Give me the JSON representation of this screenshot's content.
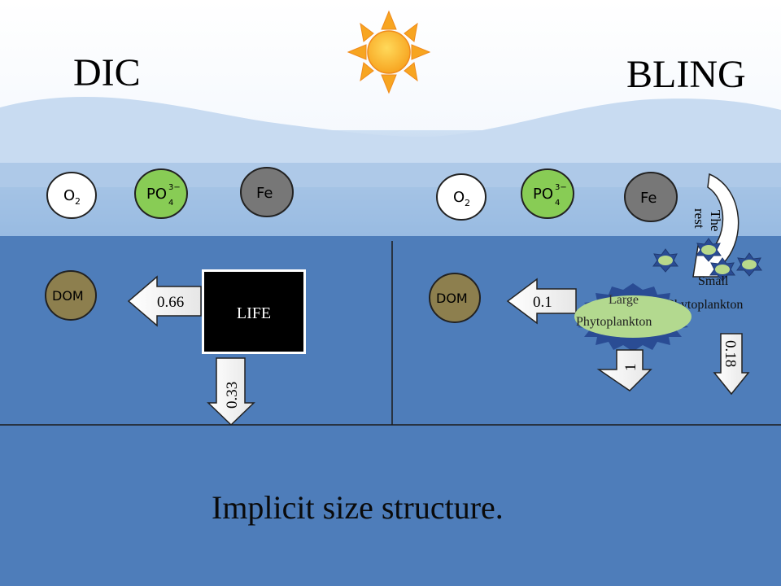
{
  "titles": {
    "left": "DIC",
    "right": "BLING"
  },
  "nutrients": {
    "oxygen": "O",
    "oxygen_sub": "2",
    "phosphate": "PO",
    "phosphate_sup": "3−",
    "phosphate_sub": "4",
    "iron": "Fe"
  },
  "pools": {
    "dom": "DOM"
  },
  "dic_model": {
    "life_label": "LIFE",
    "to_dom": "0.66",
    "sinking": "0.33"
  },
  "bling_model": {
    "to_dom": "0.1",
    "large_line1": "Large",
    "large_line2": "Phytoplankton",
    "large_sinking": "1",
    "small_line1": "Small",
    "small_line2": "Phytoplankton",
    "small_sinking": "0.18",
    "recycle_line1": "The",
    "recycle_line2": "rest"
  },
  "caption": "Implicit size structure.",
  "colors": {
    "ocean": "#4a7ab8",
    "phosphate": "#88cc55",
    "iron": "#777777",
    "dom": "#8d7f4e",
    "phytoplankton": "#b3d98f",
    "sun": "#f5a623"
  }
}
